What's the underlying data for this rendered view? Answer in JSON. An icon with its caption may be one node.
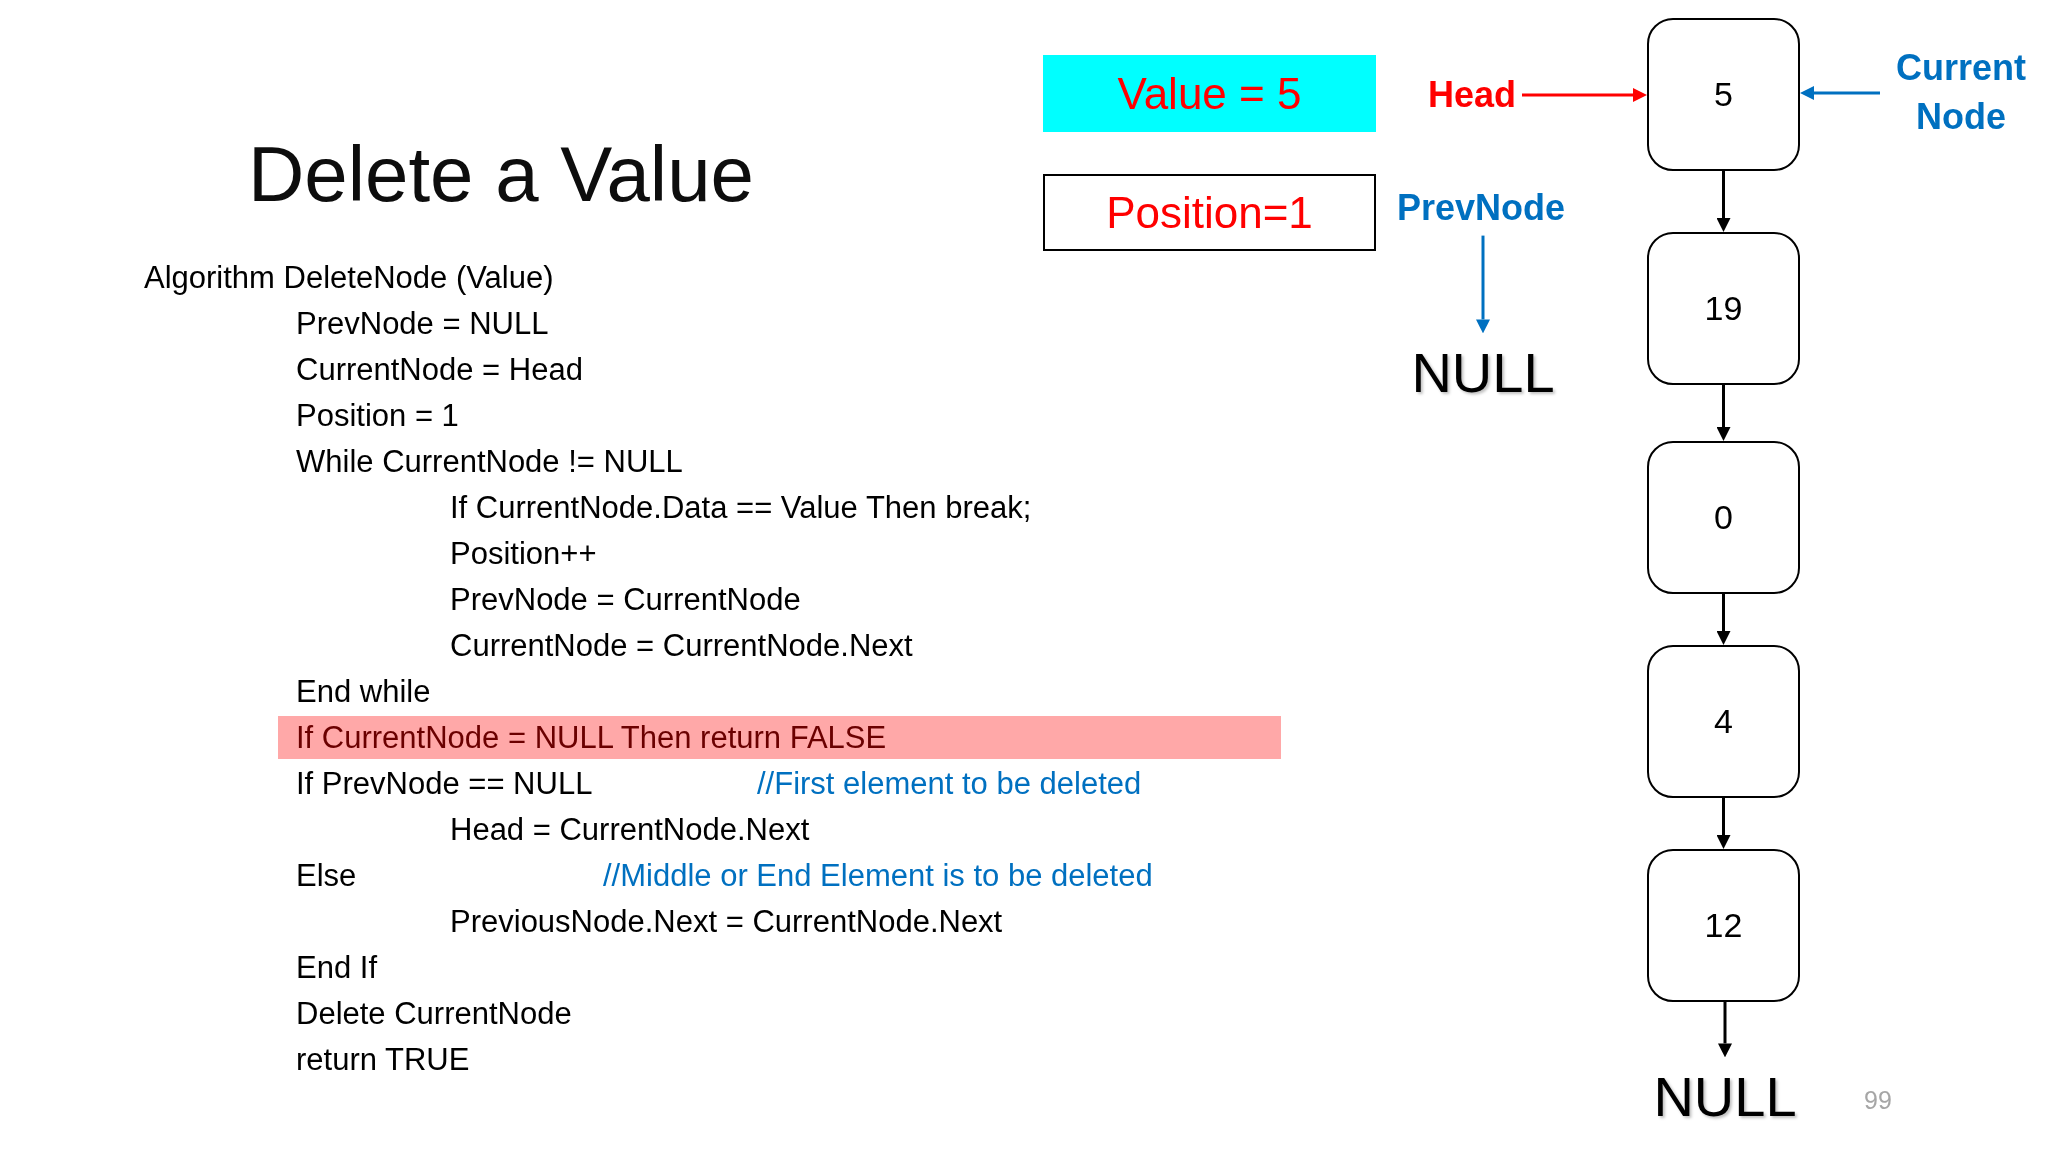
{
  "diagram": {
    "title": "Delete a Value",
    "nodes": [
      {
        "text": [
          "Value = 5"
        ]
      },
      {
        "text": [
          "Position=1"
        ]
      },
      {
        "text": [
          "Head"
        ]
      },
      {
        "text": [
          "5"
        ]
      },
      {
        "text": [
          "Current Node"
        ]
      },
      {
        "text": [
          "PrevNode"
        ]
      },
      {
        "text": [
          "NULL"
        ]
      },
      {
        "text": [
          "19"
        ]
      },
      {
        "text": [
          "0"
        ]
      },
      {
        "text": [
          "4"
        ]
      },
      {
        "text": [
          "12"
        ]
      },
      {
        "text": [
          "NULL"
        ]
      }
    ],
    "edges": [
      {
        "from": 2,
        "to": 3,
        "arrow": "to",
        "color": "#ff0000"
      },
      {
        "from": 4,
        "to": 3,
        "arrow": "to",
        "color": "#0070c0"
      },
      {
        "from": 5,
        "to": 6,
        "arrow": "to",
        "color": "#0070c0"
      },
      {
        "from": 3,
        "to": 7,
        "arrow": "to"
      },
      {
        "from": 7,
        "to": 8,
        "arrow": "to"
      },
      {
        "from": 8,
        "to": 9,
        "arrow": "to"
      },
      {
        "from": 9,
        "to": 10,
        "arrow": "to"
      },
      {
        "from": 10,
        "to": 11,
        "arrow": "to"
      }
    ],
    "labels": [
      "Algorithm DeleteNode (Value)",
      "PrevNode = NULL",
      "CurrentNode = Head",
      "Position = 1",
      "While CurrentNode != NULL",
      "If CurrentNode.Data == Value Then break;",
      "Position++",
      "PrevNode = CurrentNode",
      "CurrentNode = CurrentNode.Next",
      "End while",
      "If CurrentNode = NULL Then return FALSE",
      "If PrevNode == NULL",
      "//First element to be deleted",
      "Head = CurrentNode.Next",
      "Else",
      "//Middle or End Element is to be deleted",
      "PreviousNode.Next = CurrentNode.Next",
      "End If",
      "Delete CurrentNode",
      "return TRUE",
      "99"
    ]
  }
}
